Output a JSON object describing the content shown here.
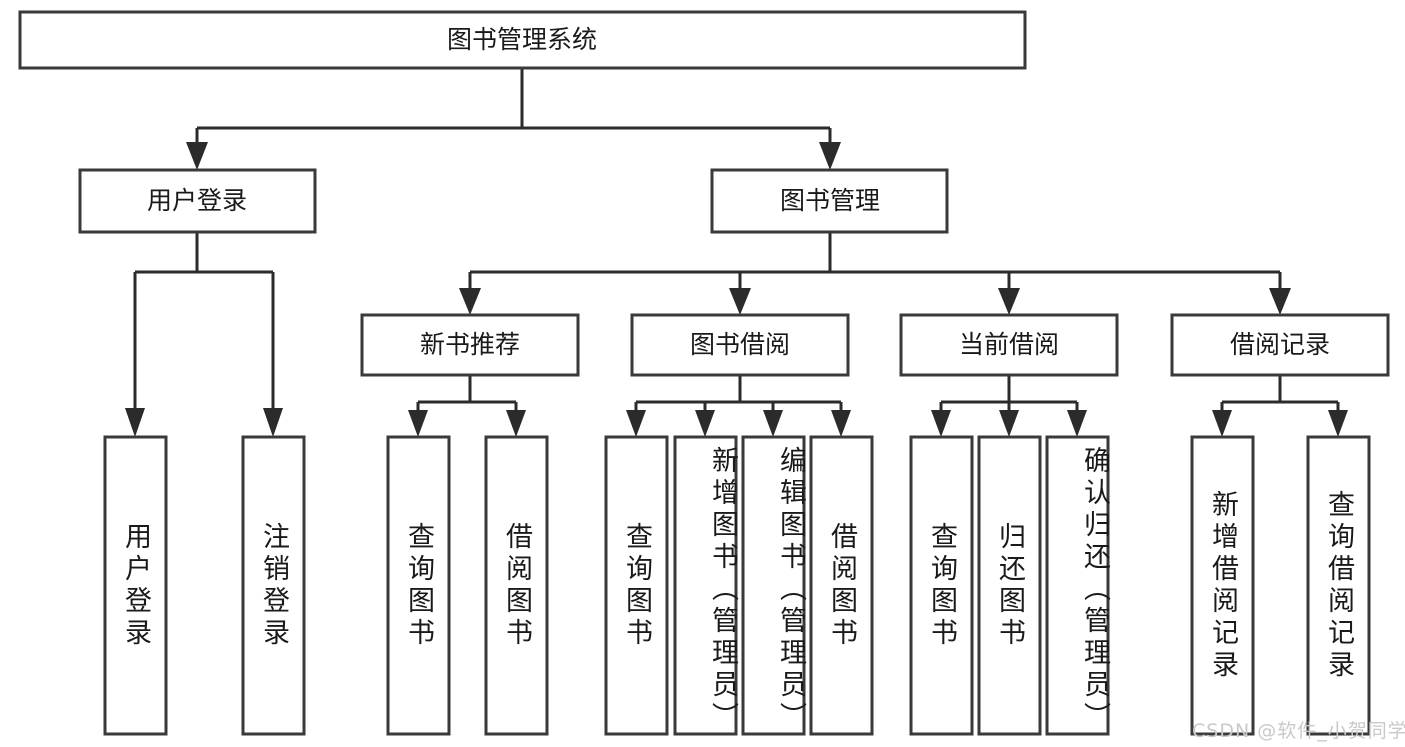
{
  "diagram": {
    "type": "tree-hierarchy",
    "title": "图书管理系统",
    "root": {
      "id": "root",
      "label": "图书管理系统",
      "level": 0
    },
    "level2": [
      {
        "id": "user-login",
        "label": "用户登录"
      },
      {
        "id": "book-management",
        "label": "图书管理"
      }
    ],
    "level3": [
      {
        "id": "new-book-recommend",
        "label": "新书推荐",
        "parent": "book-management"
      },
      {
        "id": "book-borrow",
        "label": "图书借阅",
        "parent": "book-management"
      },
      {
        "id": "current-borrow",
        "label": "当前借阅",
        "parent": "book-management"
      },
      {
        "id": "borrow-record",
        "label": "借阅记录",
        "parent": "book-management"
      }
    ],
    "leaves": [
      {
        "id": "leaf-user-login",
        "label": "用户登录",
        "parent": "user-login"
      },
      {
        "id": "leaf-logout",
        "label": "注销登录",
        "parent": "user-login"
      },
      {
        "id": "leaf-query-book-1",
        "label": "查询图书",
        "parent": "new-book-recommend"
      },
      {
        "id": "leaf-borrow-book-1",
        "label": "借阅图书",
        "parent": "new-book-recommend"
      },
      {
        "id": "leaf-query-book-2",
        "label": "查询图书",
        "parent": "book-borrow"
      },
      {
        "id": "leaf-add-book",
        "label": "新增图书（管理员）",
        "parent": "book-borrow"
      },
      {
        "id": "leaf-edit-book",
        "label": "编辑图书（管理员）",
        "parent": "book-borrow"
      },
      {
        "id": "leaf-borrow-book-2",
        "label": "借阅图书",
        "parent": "book-borrow"
      },
      {
        "id": "leaf-query-book-3",
        "label": "查询图书",
        "parent": "current-borrow"
      },
      {
        "id": "leaf-return-book",
        "label": "归还图书",
        "parent": "current-borrow"
      },
      {
        "id": "leaf-confirm-return",
        "label": "确认归还（管理员）",
        "parent": "current-borrow"
      },
      {
        "id": "leaf-add-record",
        "label": "新增借阅记录",
        "parent": "borrow-record"
      },
      {
        "id": "leaf-query-record",
        "label": "查询借阅记录",
        "parent": "borrow-record"
      }
    ]
  },
  "watermark": {
    "text": "CSDN @软件_小贺同学"
  },
  "colors": {
    "box_stroke": "#3a3a3a",
    "connector": "#2b2b2b",
    "background": "#ffffff",
    "text": "#1a1a1a",
    "watermark": "#c9c9c9"
  }
}
